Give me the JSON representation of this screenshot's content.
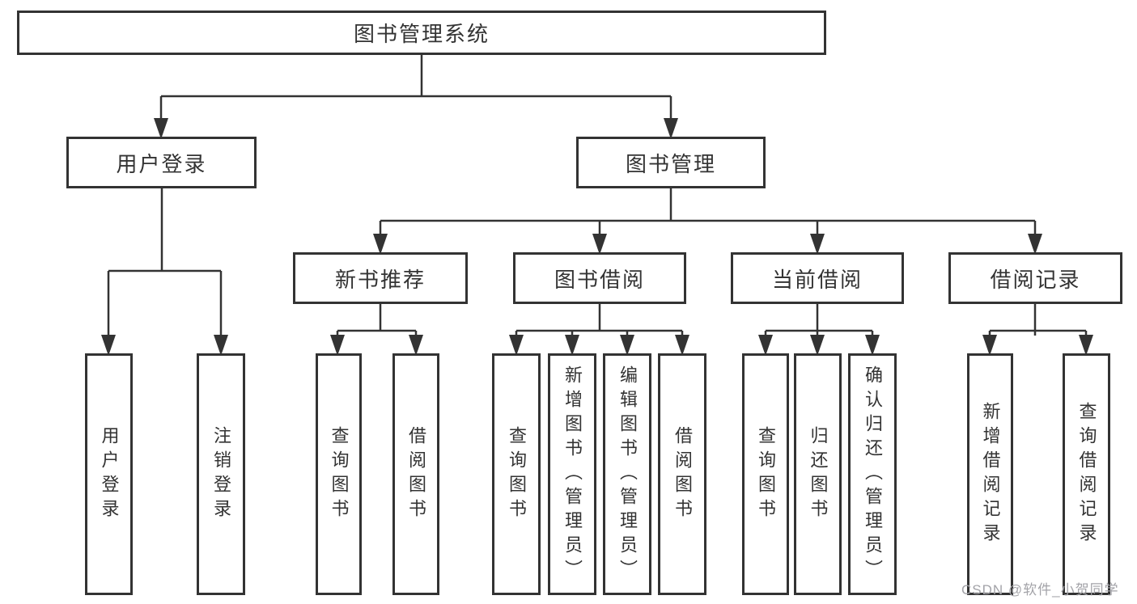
{
  "colors": {
    "line": "#333333",
    "text": "#333333",
    "watermark": "#a3a3a8"
  },
  "tree": {
    "root": "图书管理系统",
    "user_login": {
      "label": "用户登录",
      "children": [
        "用户登录",
        "注销登录"
      ]
    },
    "book_management": {
      "label": "图书管理",
      "sections": [
        {
          "label": "新书推荐",
          "children": [
            "查询图书",
            "借阅图书"
          ]
        },
        {
          "label": "图书借阅",
          "children": [
            "查询图书",
            "新增图书（管理员）",
            "编辑图书（管理员）",
            "借阅图书"
          ]
        },
        {
          "label": "当前借阅",
          "children": [
            "查询图书",
            "归还图书",
            "确认归还（管理员）"
          ]
        },
        {
          "label": "借阅记录",
          "children": [
            "新增借阅记录",
            "查询借阅记录"
          ]
        }
      ]
    }
  },
  "watermark": "CSDN @软件_小贺同学"
}
